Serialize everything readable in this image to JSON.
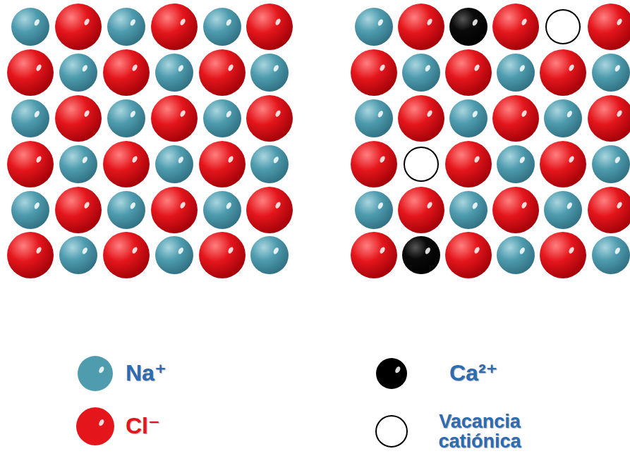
{
  "diagram": {
    "legend": [
      {
        "text": "Na⁺",
        "color": "#4f9caf"
      },
      {
        "text": "Cl⁻",
        "color": "#e4161c"
      },
      {
        "text": "Ca²⁺",
        "color": "#000000"
      },
      {
        "text": "Vacancia catiónica"
      }
    ]
  }
}
